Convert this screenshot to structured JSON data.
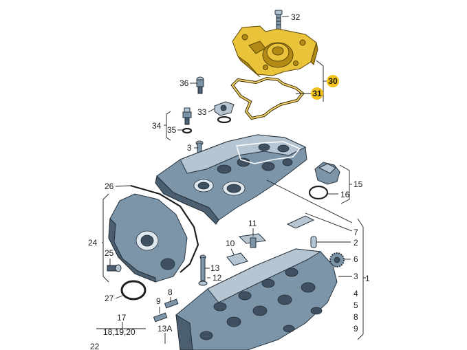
{
  "labels": {
    "l32": "32",
    "l30": "30",
    "l31": "31",
    "l36": "36",
    "l33": "33",
    "l34": "34",
    "l35": "35",
    "l3a": "3",
    "l15": "15",
    "l16": "16",
    "l26": "26",
    "l11": "11",
    "l7": "7",
    "l10": "10",
    "l2": "2",
    "l24": "24",
    "l6": "6",
    "l25": "25",
    "l13": "13",
    "l12": "12",
    "l3b": "3",
    "l1": "1",
    "l8": "8",
    "l27": "27",
    "l9": "9",
    "l4": "4",
    "l5": "5",
    "l8b": "8",
    "l9b": "9",
    "l17": "17",
    "l181920": "18,19,20",
    "l13a": "13A",
    "l22": "22"
  },
  "colors": {
    "highlight_badge": "#f2c21a",
    "part_grey": "#7d95a8",
    "part_gold": "#e9c43a"
  }
}
